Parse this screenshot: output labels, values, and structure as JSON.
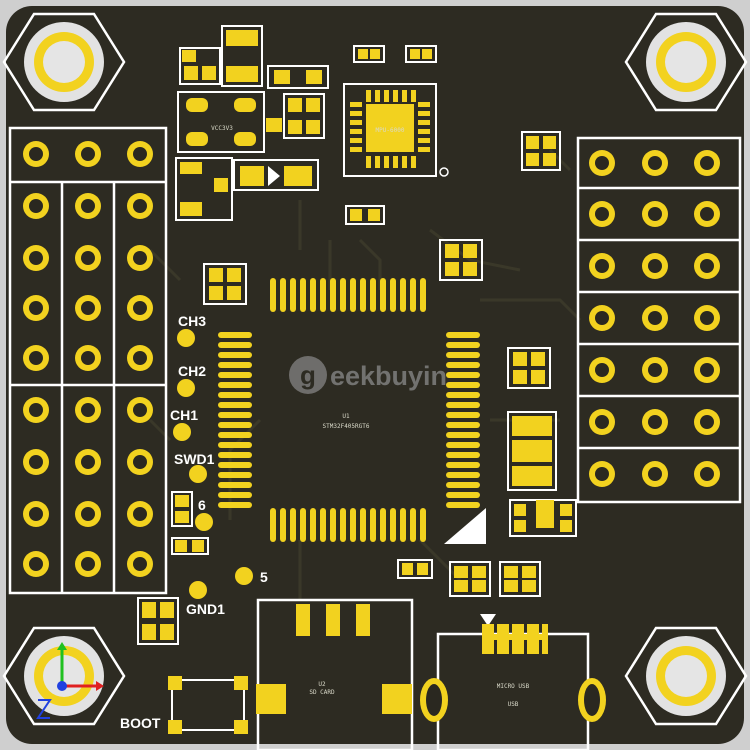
{
  "board": {
    "pad_labels": {
      "ch3": "CH3",
      "ch2": "CH2",
      "ch1": "CH1",
      "swd1": "SWD1",
      "six": "6",
      "five": "5",
      "gnd1": "GND1",
      "boot": "BOOT"
    },
    "chip_markings": {
      "mcu": "STM32F405RGT6",
      "imu": "MPU-6000",
      "regulator": "VCC3V3",
      "usb": "MICRO USB",
      "usb_ref": "USB",
      "sd": "SD CARD",
      "ref_u1": "U1",
      "ref_u2": "U2"
    },
    "watermark": {
      "first_letter": "g",
      "rest": "eekbuyin"
    }
  },
  "colors": {
    "board_background": "#cfcfcf",
    "pcb": "#2d2b22",
    "pad_gold": "#f2d21f",
    "silkscreen": "#ffffff",
    "drill": "#2a2820",
    "axis_x": "#e02020",
    "axis_y": "#20c020",
    "axis_z": "#2040e0"
  }
}
